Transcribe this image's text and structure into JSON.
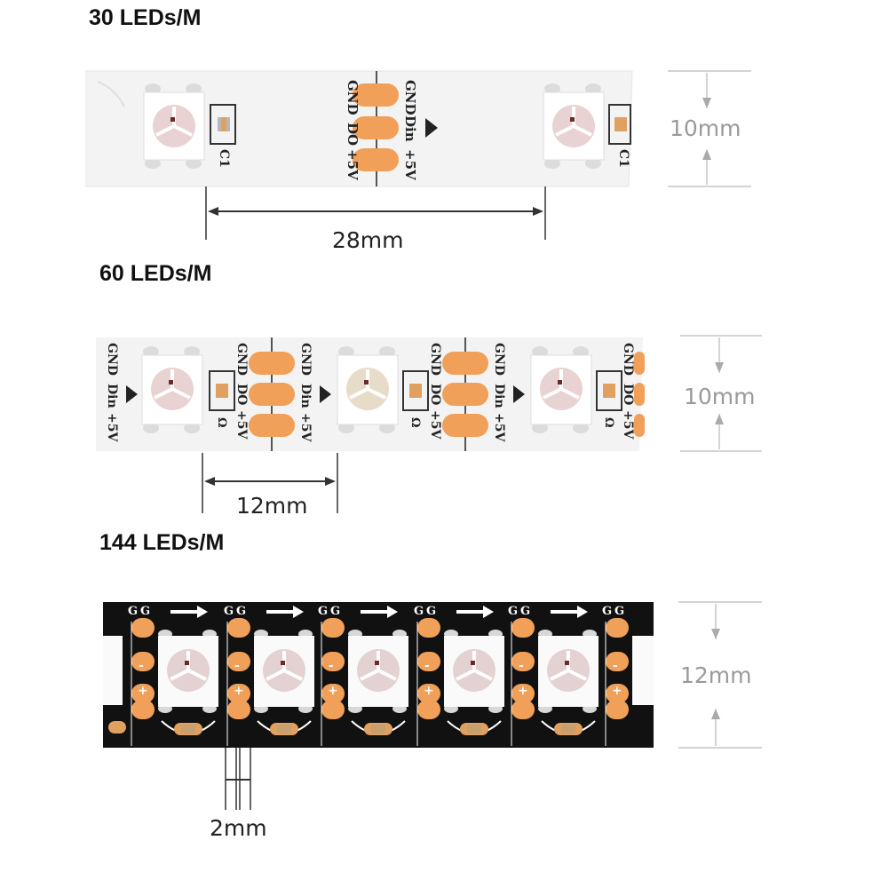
{
  "sections": [
    {
      "title": "30 LEDs/M",
      "spacing_label": "28mm",
      "height_label": "10mm",
      "pad_labels": [
        "GND",
        "DO",
        "+5V"
      ],
      "input_labels": [
        "GND",
        "Din",
        "+5V"
      ],
      "cap_label": "C1"
    },
    {
      "title": "60 LEDs/M",
      "spacing_label": "12mm",
      "height_label": "10mm",
      "pad_labels": [
        "GND",
        "DO",
        "+5V"
      ],
      "input_labels": [
        "GND",
        "Din",
        "+5V"
      ],
      "cap_label": "Ω"
    },
    {
      "title": "144 LEDs/M",
      "spacing_label": "2mm",
      "height_label": "12mm",
      "pad_labels": [
        "G",
        "G",
        "-",
        "-",
        "+",
        "+"
      ]
    }
  ],
  "colors": {
    "pad": "#f0a058",
    "strip_white": "#f2f2f2",
    "strip_black": "#111111",
    "led_body": "#fdfdfd",
    "led_lens": "#d8b8b8"
  }
}
